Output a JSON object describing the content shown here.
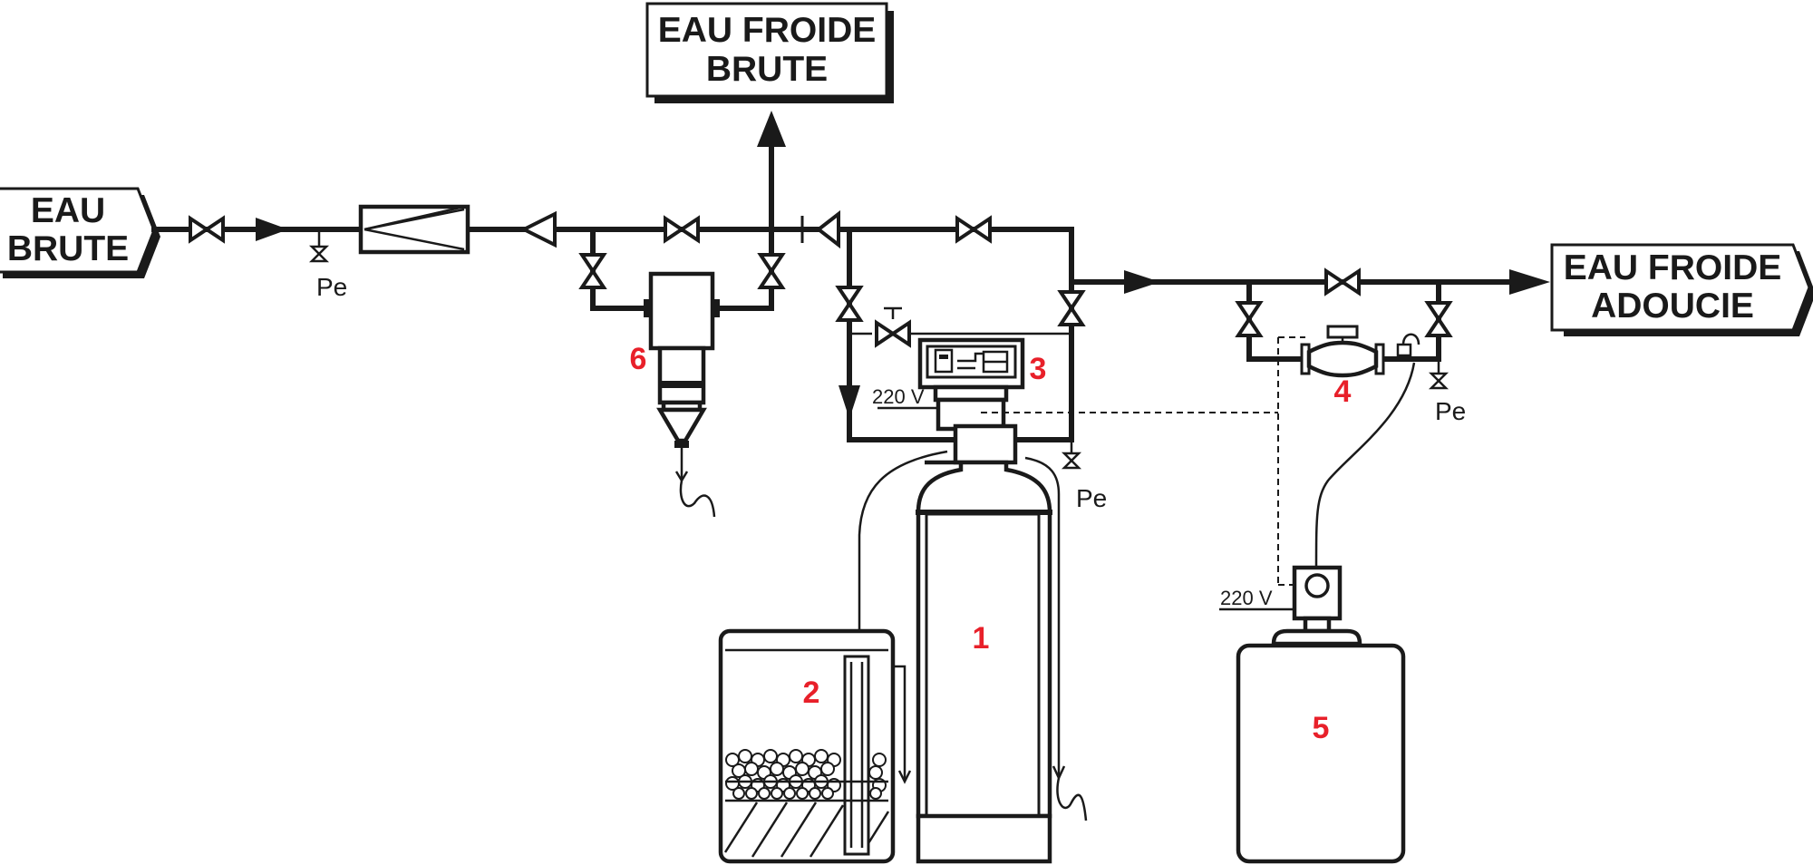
{
  "labels": {
    "inlet_line1": "EAU",
    "inlet_line2": "BRUTE",
    "bypass_out_line1": "EAU FROIDE",
    "bypass_out_line2": "BRUTE",
    "softened_out_line1": "EAU FROIDE",
    "softened_out_line2": "ADOUCIE"
  },
  "drain_labels": {
    "pe1": "Pe",
    "pe2": "Pe",
    "pe3": "Pe"
  },
  "voltage_labels": {
    "v1": "220 V",
    "v2": "220 V"
  },
  "component_numbers": {
    "softener_tank": "1",
    "brine_tank": "2",
    "control_valve": "3",
    "water_meter": "4",
    "dosing_tank": "5",
    "filter": "6"
  },
  "colors": {
    "line": "#1a1a1a",
    "number": "#e8202a"
  }
}
